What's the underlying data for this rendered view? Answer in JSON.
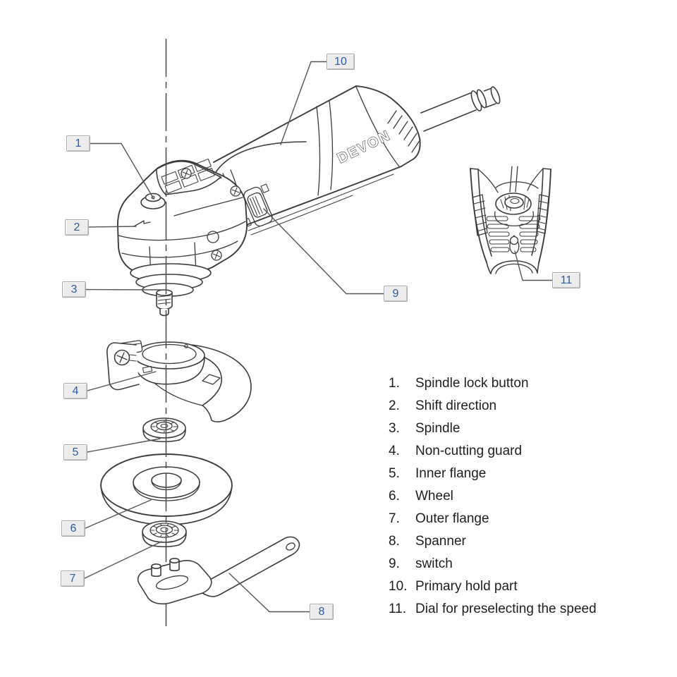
{
  "diagram": {
    "brand_logo": "DEVON",
    "callouts": [
      "1",
      "2",
      "3",
      "4",
      "5",
      "6",
      "7",
      "8",
      "9",
      "10",
      "11"
    ]
  },
  "legend": {
    "items": [
      {
        "num": "1.",
        "label": "Spindle lock button"
      },
      {
        "num": "2.",
        "label": "Shift direction"
      },
      {
        "num": "3.",
        "label": "Spindle"
      },
      {
        "num": "4.",
        "label": "Non-cutting guard"
      },
      {
        "num": "5.",
        "label": "Inner flange"
      },
      {
        "num": "6.",
        "label": "Wheel"
      },
      {
        "num": "7.",
        "label": "Outer flange"
      },
      {
        "num": "8.",
        "label": "Spanner"
      },
      {
        "num": "9.",
        "label": "switch"
      },
      {
        "num": "10.",
        "label": "Primary hold part"
      },
      {
        "num": "11.",
        "label": "Dial for preselecting the speed"
      }
    ]
  },
  "colors": {
    "line": "#3c3c3c",
    "leader_line": "#555555",
    "callout_background": "#ececec",
    "callout_border": "#a9a9a9",
    "callout_number": "#2b5aa5",
    "legend_text": "#1e1e1e",
    "page_background": "#ffffff"
  }
}
